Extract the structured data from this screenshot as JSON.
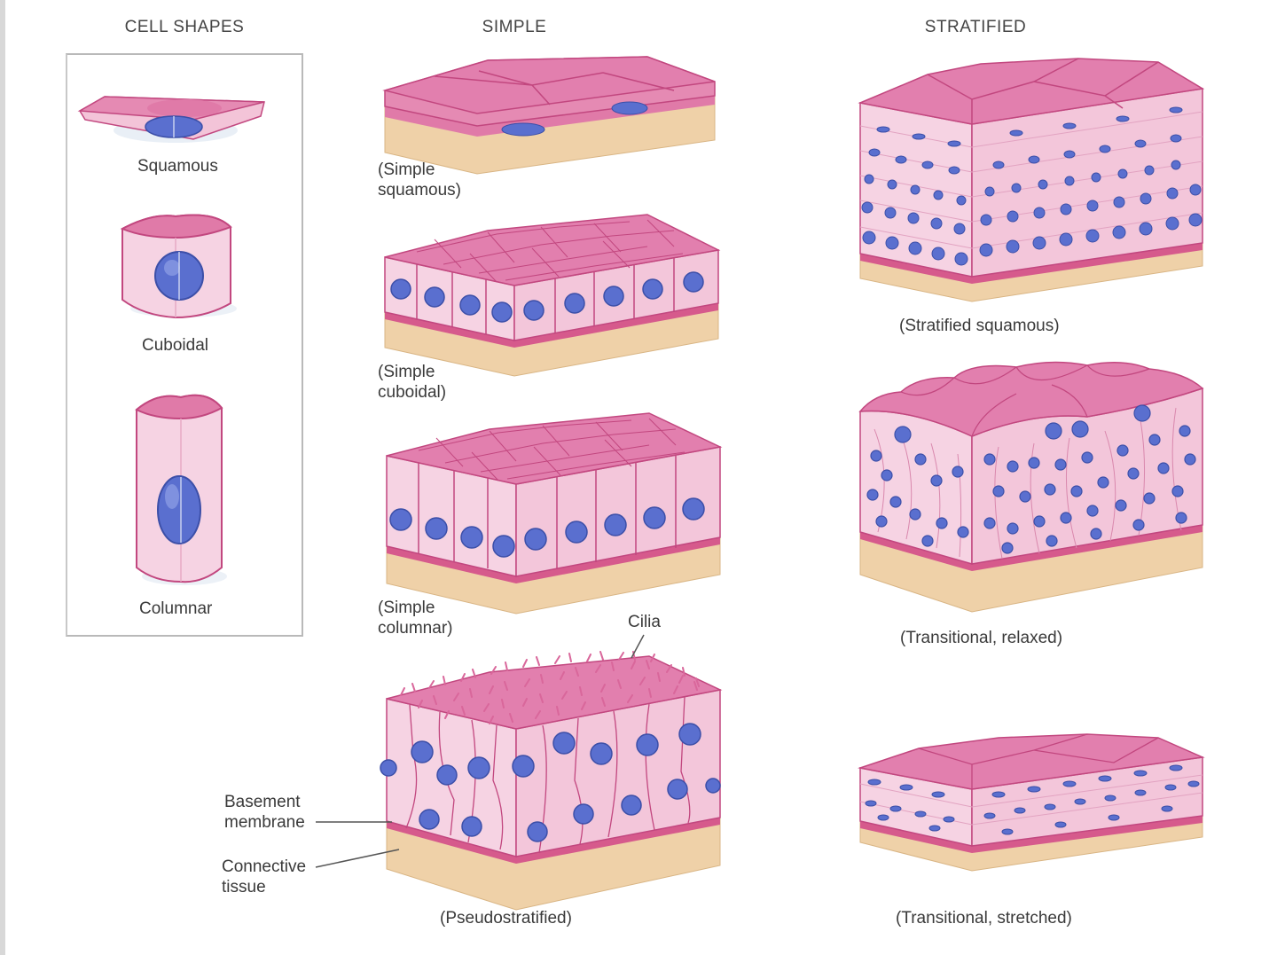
{
  "headers": {
    "cell_shapes": "CELL SHAPES",
    "simple": "SIMPLE",
    "stratified": "STRATIFIED"
  },
  "cell_shapes": {
    "squamous": "Squamous",
    "cuboidal": "Cuboidal",
    "columnar": "Columnar"
  },
  "simple": {
    "squamous": "(Simple\nsquamous)",
    "cuboidal": "(Simple\ncuboidal)",
    "columnar": "(Simple\ncolumnar)",
    "pseudostratified": "(Pseudostratified)"
  },
  "stratified": {
    "squamous": "(Stratified squamous)",
    "transitional_relaxed": "(Transitional, relaxed)",
    "transitional_stretched": "(Transitional, stretched)"
  },
  "annotations": {
    "cilia": "Cilia",
    "basement_membrane": "Basement\nmembrane",
    "connective_tissue": "Connective\ntissue"
  },
  "colors": {
    "cell_top": "#e07aa8",
    "cell_side": "#f5cde0",
    "cell_outline": "#c2477f",
    "nucleus": "#5a6fcf",
    "connective": "#efd1a8",
    "membrane": "#d65a8c"
  }
}
